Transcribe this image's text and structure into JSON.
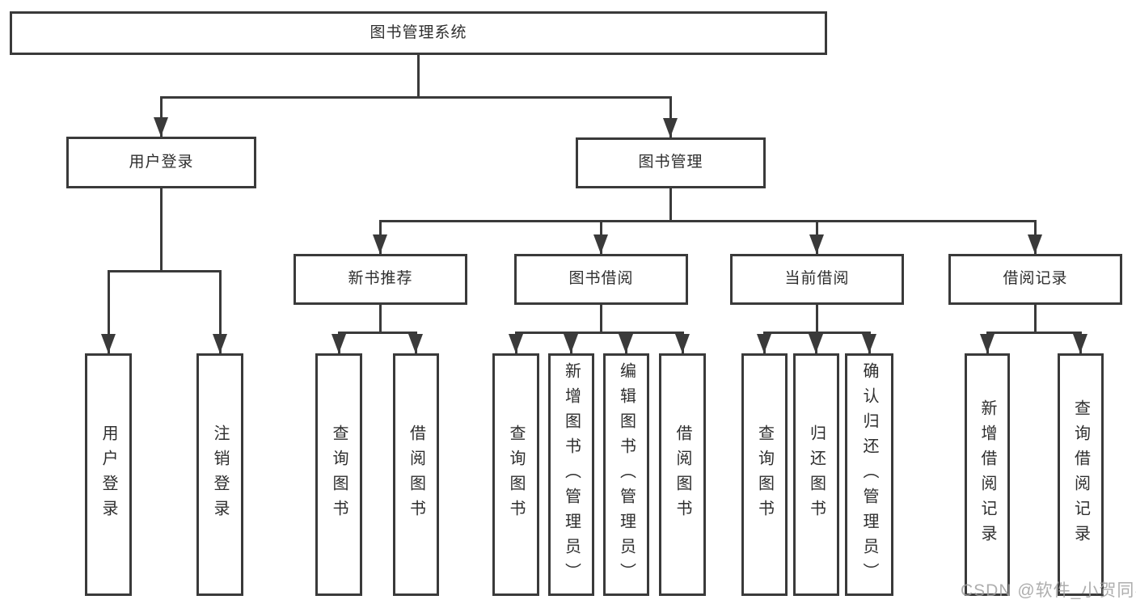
{
  "diagram": {
    "root": {
      "label": "图书管理系统"
    },
    "level2": [
      {
        "label": "用户登录"
      },
      {
        "label": "图书管理"
      }
    ],
    "level3": [
      {
        "label": "新书推荐"
      },
      {
        "label": "图书借阅"
      },
      {
        "label": "当前借阅"
      },
      {
        "label": "借阅记录"
      }
    ],
    "leaves": {
      "user_login": [
        "用户登录",
        "注销登录"
      ],
      "new_books": [
        "查询图书",
        "借阅图书"
      ],
      "borrow": [
        "查询图书",
        "新增图书（管理员）",
        "编辑图书（管理员）",
        "借阅图书"
      ],
      "current": [
        "查询图书",
        "归还图书",
        "确认归还（管理员）"
      ],
      "records": [
        "新增借阅记录",
        "查询借阅记录"
      ]
    }
  },
  "watermark": {
    "text": "CSDN @软件_小贺同学"
  },
  "colors": {
    "line": "#3a3a3a",
    "text": "#2e2e2e",
    "watermark": "#a0a0a0",
    "background": "#ffffff"
  }
}
